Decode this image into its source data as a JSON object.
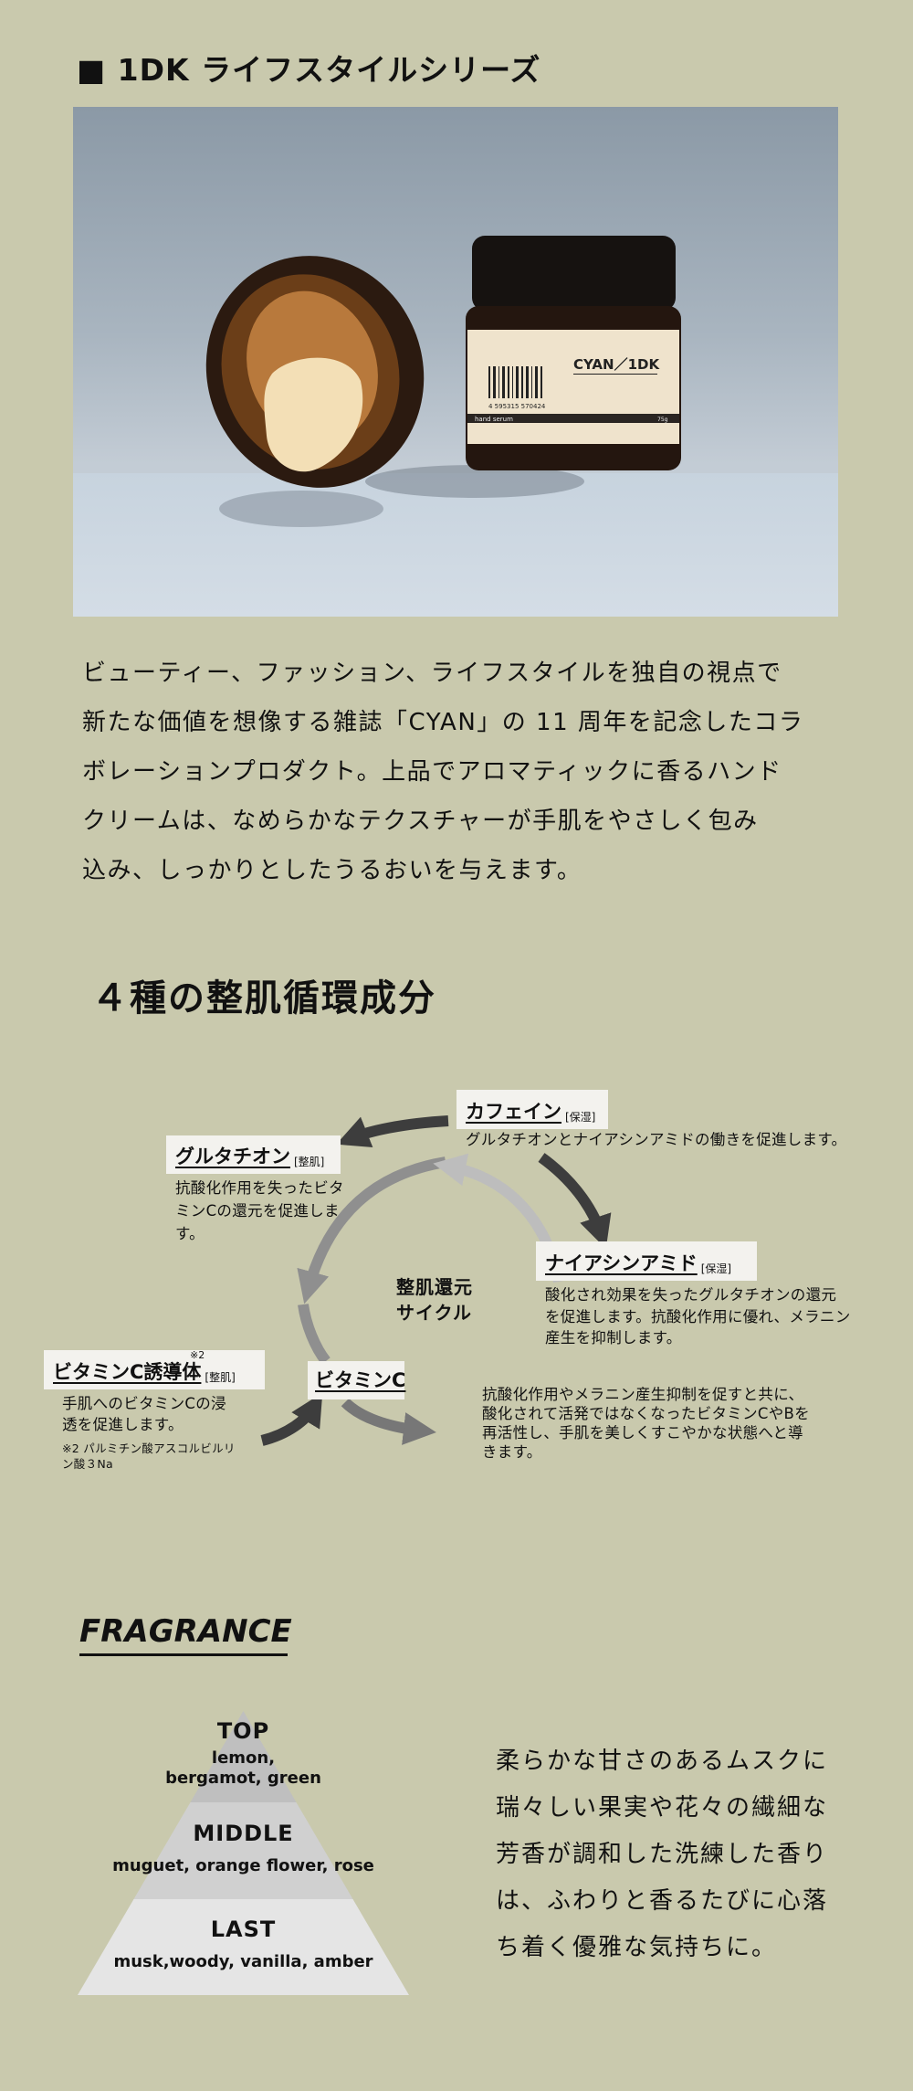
{
  "header": {
    "title": "■ 1DK ライフスタイルシリーズ"
  },
  "photo": {
    "logo": "CYAN／1DK",
    "product": "hand serum",
    "weight": "75g",
    "barcode": "4 595315 570424"
  },
  "intro": {
    "lines": [
      "ビューティー、ファッション、ライフスタイルを独自の視点で",
      "新たな価値を想像する雑誌「CYAN」の 11 周年を記念したコラ",
      "ボレーションプロダクト。上品でアロマティックに香るハンド",
      "クリームは、なめらかなテクスチャーが手肌をやさしく包み",
      "込み、しっかりとしたうるおいを与えます。"
    ]
  },
  "ingredients": {
    "title": "４種の整肌循環成分",
    "cycle_label": [
      "整肌還元",
      "サイクル"
    ],
    "caffeine": {
      "name": "カフェイン",
      "tag": "[保湿]",
      "desc": "グルタチオンとナイアシンアミドの働きを促進します。"
    },
    "glutathione": {
      "name": "グルタチオン",
      "tag": "[整肌]",
      "desc": [
        "抗酸化作用を失ったビタ",
        "ミンCの還元を促進しま",
        "す。"
      ]
    },
    "niacinamide": {
      "name": "ナイアシンアミド",
      "tag": "[保湿]",
      "desc": [
        "酸化され効果を失ったグルタチオンの還元",
        "を促進します。抗酸化作用に優れ、メラニン",
        "産生を抑制します。"
      ]
    },
    "vitc_derivative": {
      "name": "ビタミンC誘導体",
      "note_mark": "※2",
      "tag": "[整肌]",
      "desc": [
        "手肌へのビタミンCの浸",
        "透を促進します。"
      ],
      "note": [
        "※2 パルミチン酸アスコルビルリ",
        "ン酸３Na"
      ]
    },
    "vitc": {
      "name": "ビタミンC",
      "desc": [
        "抗酸化作用やメラニン産生抑制を促すと共に、",
        "酸化されて活発ではなくなったビタミンCやBを",
        "再活性し、手肌を美しくすこやかな状態へと導",
        "きます。"
      ]
    }
  },
  "fragrance": {
    "title": "FRAGRANCE",
    "top": {
      "label": "TOP",
      "notes": [
        "lemon,",
        "bergamot, green"
      ]
    },
    "middle": {
      "label": "MIDDLE",
      "notes": "muguet, orange flower, rose"
    },
    "last": {
      "label": "LAST",
      "notes": "musk,woody, vanilla, amber"
    },
    "desc": [
      "柔らかな甘さのあるムスクに",
      "瑞々しい果実や花々の繊細な",
      "芳香が調和した洗練した香り",
      "は、ふわりと香るたびに心落",
      "ち着く優雅な気持ちに。"
    ]
  }
}
